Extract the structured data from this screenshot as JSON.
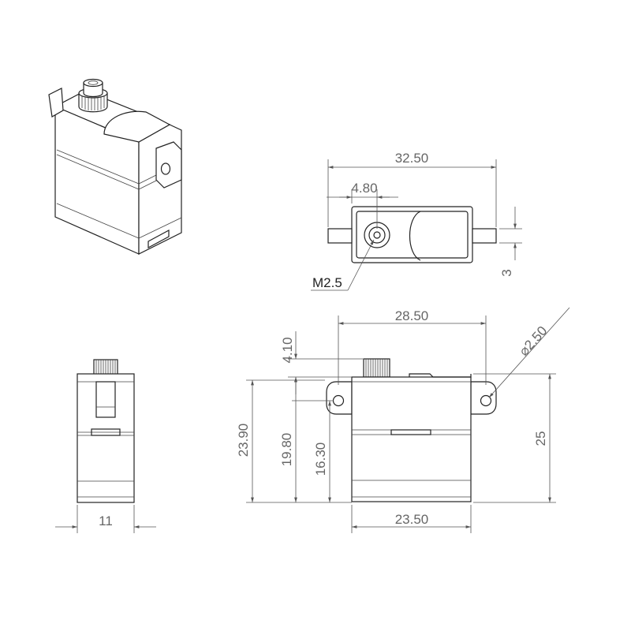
{
  "dimensions": {
    "top_width": "32.50",
    "top_shaft_offset": "4.80",
    "top_tab_thickness": "3",
    "thread_label": "M2.5",
    "front_width_flanges": "28.50",
    "hole_diameter": "2.50",
    "gear_height": "4.10",
    "total_height": "23.90",
    "body_height": "19.80",
    "mount_height": "16.30",
    "overall_height": "25",
    "body_width": "23.50",
    "side_thickness": "11"
  }
}
